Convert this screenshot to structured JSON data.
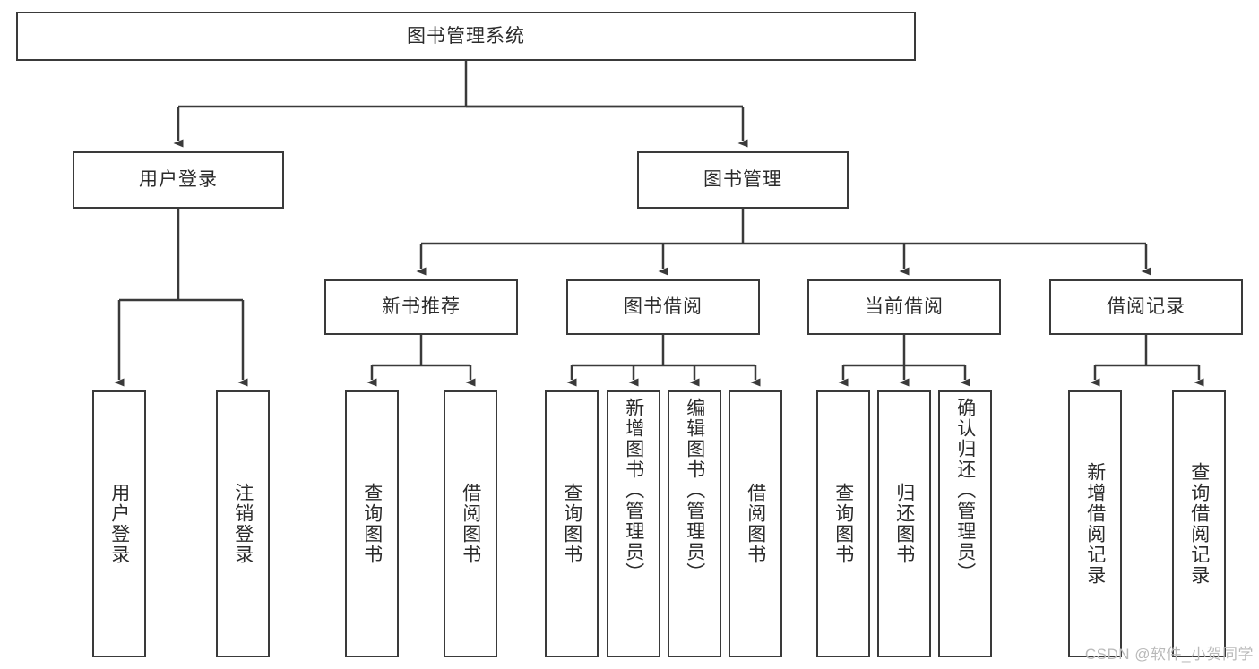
{
  "diagram": {
    "type": "tree",
    "title": "图书管理系统",
    "line_color": "#3a3a3a",
    "box_fill": "#ffffff",
    "text_color": "#2b2b2b",
    "watermark": "CSDN @软件_小贺同学",
    "nodes": {
      "root": "图书管理系统",
      "level2": [
        "用户登录",
        "图书管理"
      ],
      "level3": [
        "新书推荐",
        "图书借阅",
        "当前借阅",
        "借阅记录"
      ],
      "leaves": {
        "user_login": [
          "用户登录",
          "注销登录"
        ],
        "new_book": [
          "查询图书",
          "借阅图书"
        ],
        "book_borrow": [
          "查询图书",
          "新增图书（管理员）",
          "编辑图书（管理员）",
          "借阅图书"
        ],
        "current_borrow": [
          "查询图书",
          "归还图书",
          "确认归还（管理员）"
        ],
        "borrow_record": [
          "新增借阅记录",
          "查询借阅记录"
        ]
      }
    }
  }
}
